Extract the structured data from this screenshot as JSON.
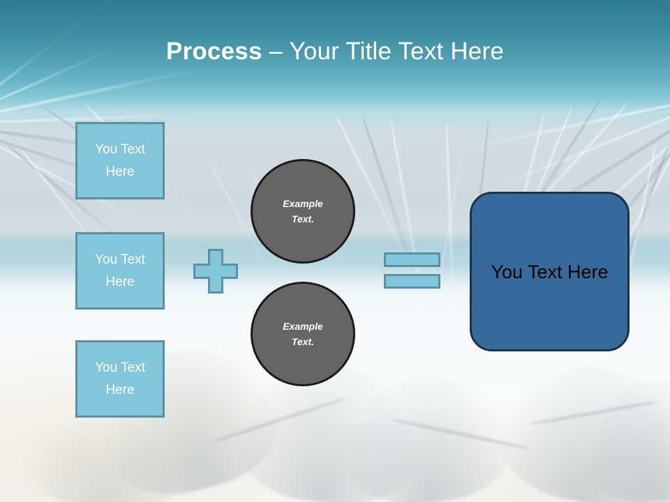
{
  "slide": {
    "title_bold": "Process",
    "title_rest": " – Your Title Text Here"
  },
  "colors": {
    "title_band": "#2e7c91",
    "light_blue_fill": "#83c5d9",
    "light_blue_border": "#5b8fa4",
    "circle_fill": "#656565",
    "circle_border": "#1a1a1a",
    "result_fill": "#376a9b",
    "result_border": "#1b3148",
    "title_text": "#ffffff",
    "box_text": "#ffffff",
    "result_text": "#000000"
  },
  "inputs": [
    {
      "label": "You Text Here"
    },
    {
      "label": "You Text Here"
    },
    {
      "label": "You Text Here"
    }
  ],
  "operators": {
    "plus": "+",
    "equals": "="
  },
  "circles": [
    {
      "label": "Example Text."
    },
    {
      "label": "Example Text."
    }
  ],
  "result": {
    "label": "You Text Here"
  }
}
